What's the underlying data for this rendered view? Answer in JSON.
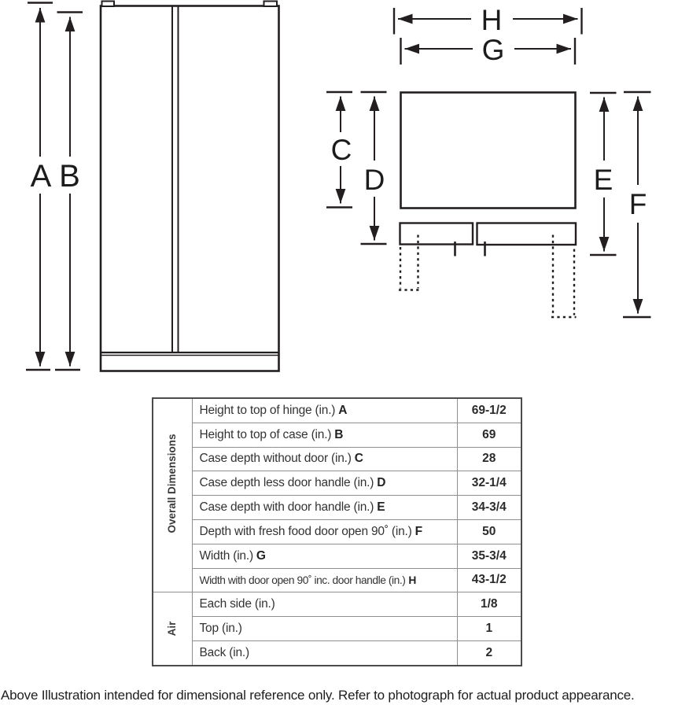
{
  "diagram": {
    "labels": {
      "A": "A",
      "B": "B",
      "C": "C",
      "D": "D",
      "E": "E",
      "F": "F",
      "G": "G",
      "H": "H"
    }
  },
  "table": {
    "sections": [
      {
        "group": "Overall Dimensions",
        "rows": [
          {
            "label": "Height to top of hinge (in.)",
            "letter": "A",
            "value": "69-1/2"
          },
          {
            "label": "Height to top of case (in.)",
            "letter": "B",
            "value": "69"
          },
          {
            "label": "Case depth without door (in.)",
            "letter": "C",
            "value": "28"
          },
          {
            "label": "Case depth less door handle (in.)",
            "letter": "D",
            "value": "32-1/4"
          },
          {
            "label": "Case depth with door handle (in.)",
            "letter": "E",
            "value": "34-3/4"
          },
          {
            "label": "Depth with fresh food door open 90˚ (in.)",
            "letter": "F",
            "value": "50"
          },
          {
            "label": "Width (in.)",
            "letter": "G",
            "value": "35-3/4"
          },
          {
            "label": "Width with door open 90˚ inc. door handle (in.)",
            "letter": "H",
            "value": "43-1/2"
          }
        ]
      },
      {
        "group": "Air",
        "rows": [
          {
            "label": "Each side (in.)",
            "letter": "",
            "value": "1/8"
          },
          {
            "label": "Top (in.)",
            "letter": "",
            "value": "1"
          },
          {
            "label": "Back (in.)",
            "letter": "",
            "value": "2"
          }
        ]
      }
    ]
  },
  "caption": "Above Illustration intended for dimensional reference only. Refer to photograph for actual product appearance.",
  "colors": {
    "line": "#231f20",
    "table_outer_border": "#4c4c4c",
    "table_inner_border": "#8f8f8f",
    "text": "#333333"
  }
}
